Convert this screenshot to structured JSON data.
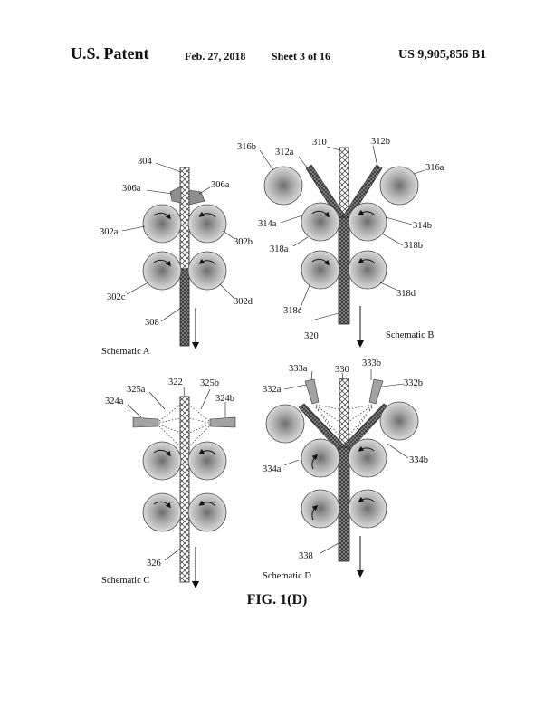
{
  "header": {
    "title": "U.S. Patent",
    "date": "Feb. 27, 2018",
    "sheet": "Sheet 3 of 16",
    "patent_number": "US 9,905,856 B1"
  },
  "figure": {
    "caption": "FIG. 1(D)",
    "schematic_a": {
      "name": "Schematic A",
      "labels": {
        "l304": "304",
        "l306a_left": "306a",
        "l306a_right": "306a",
        "l302a": "302a",
        "l302b": "302b",
        "l302c": "302c",
        "l302d": "302d",
        "l308": "308"
      }
    },
    "schematic_b": {
      "name": "Schematic B",
      "labels": {
        "l310": "310",
        "l312a": "312a",
        "l312b": "312b",
        "l316b": "316b",
        "l316a": "316a",
        "l314a": "314a",
        "l314b": "314b",
        "l318a": "318a",
        "l318b": "318b",
        "l318c": "318c",
        "l318d": "318d",
        "l320": "320"
      }
    },
    "schematic_c": {
      "name": "Schematic C",
      "labels": {
        "l322": "322",
        "l325a": "325a",
        "l325b": "325b",
        "l324a": "324a",
        "l324b": "324b",
        "l326": "326"
      }
    },
    "schematic_d": {
      "name": "Schematic D",
      "labels": {
        "l330": "330",
        "l333a": "333a",
        "l333b": "333b",
        "l332a": "332a",
        "l332b": "332b",
        "l334a": "334a",
        "l334b": "334b",
        "l338": "338"
      }
    }
  }
}
